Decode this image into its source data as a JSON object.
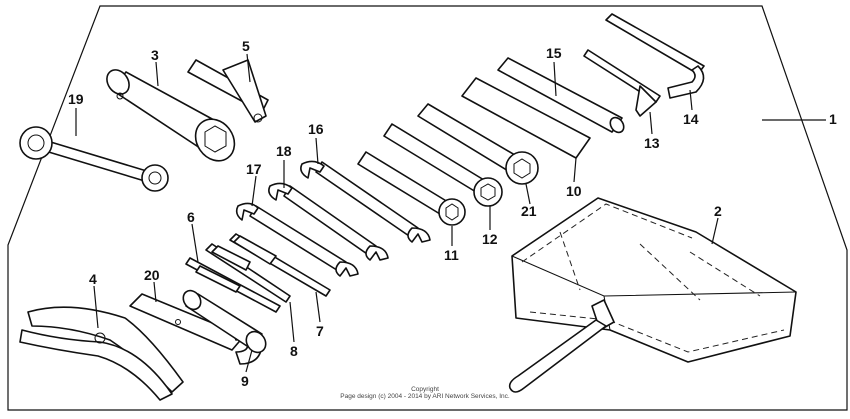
{
  "part_labels": {
    "p1": "1",
    "p2": "2",
    "p3": "3",
    "p4": "4",
    "p5": "5",
    "p6": "6",
    "p7": "7",
    "p8": "8",
    "p9": "9",
    "p10": "10",
    "p11": "11",
    "p12": "12",
    "p13": "13",
    "p14": "14",
    "p15": "15",
    "p16": "16",
    "p17": "17",
    "p18": "18",
    "p19": "19",
    "p20": "20",
    "p21": "21"
  },
  "copyright": {
    "line1": "Copyright",
    "line2": "Page design (c) 2004 - 2014 by ARI Network Services, Inc."
  }
}
